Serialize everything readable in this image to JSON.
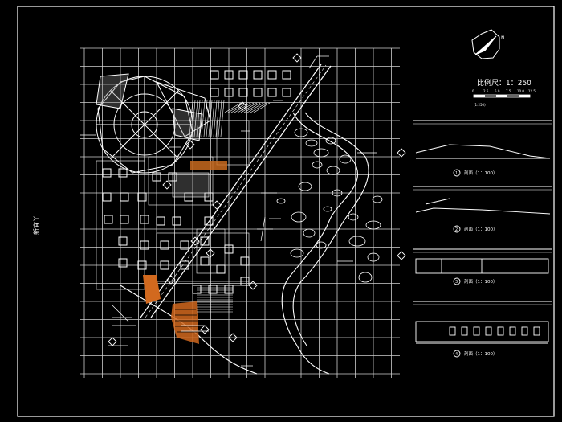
{
  "drawing": {
    "scale_label": "比例尺：1：250",
    "north_label": "N",
    "left_side_label": "新宜丫",
    "scale_bar_ticks": [
      "0",
      "2.5",
      "5.0",
      "7.5",
      "10.0",
      "12.5"
    ],
    "scale_bar_unit": "(1:250)",
    "sections": [
      {
        "marker": "1",
        "title": "剖面（1：100）"
      },
      {
        "marker": "2",
        "title": "剖面（1：100）"
      },
      {
        "marker": "3",
        "title": "剖面（1：100）"
      },
      {
        "marker": "4",
        "title": "剖面（1：100）"
      }
    ]
  },
  "colors": {
    "background": "#000000",
    "linework": "#ffffff",
    "grid": "#d9d9d9",
    "accent_orange": "#d2691e"
  }
}
